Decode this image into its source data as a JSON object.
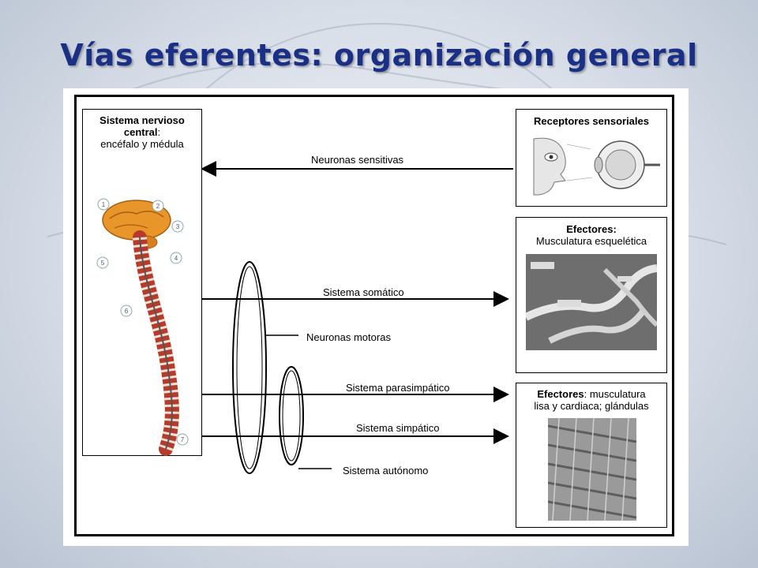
{
  "slide": {
    "title": "Vías eferentes: organización general"
  },
  "cns_box": {
    "title_line1": "Sistema nervioso",
    "title_line2": "central",
    "title_line2_suffix": ":",
    "subtitle": "encéfalo y médula",
    "callouts": [
      "1",
      "2",
      "3",
      "4",
      "5",
      "6",
      "7"
    ]
  },
  "receptors_box": {
    "title": "Receptores sensoriales"
  },
  "skeletal_box": {
    "title": "Efectores:",
    "subtitle": "Musculatura esquelética"
  },
  "smooth_box": {
    "title": "Efectores",
    "title_suffix": ": musculatura",
    "subtitle": "lisa y cardiaca; glándulas"
  },
  "pathways": {
    "sensory": "Neuronas sensitivas",
    "somatic": "Sistema somático",
    "motor": "Neuronas motoras",
    "parasympathetic": "Sistema parasimpático",
    "sympathetic": "Sistema simpático",
    "autonomic": "Sistema autónomo"
  },
  "colors": {
    "title": "#1a2f86",
    "brain": "#e8962a",
    "spine_red": "#b83a2a"
  }
}
